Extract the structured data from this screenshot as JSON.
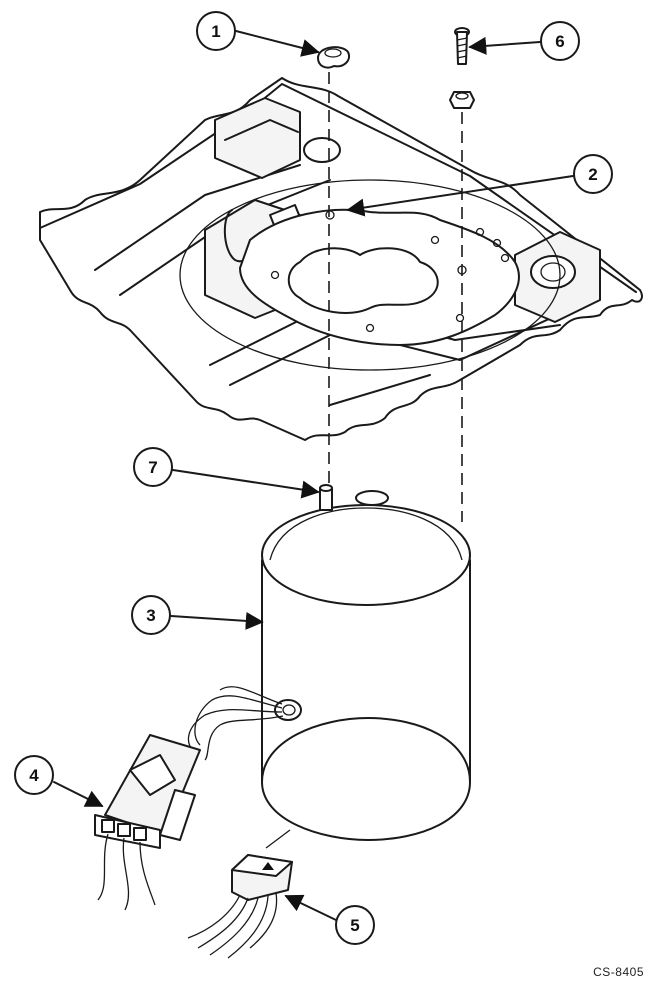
{
  "callouts": [
    {
      "id": "1",
      "label": "1"
    },
    {
      "id": "2",
      "label": "2"
    },
    {
      "id": "3",
      "label": "3"
    },
    {
      "id": "4",
      "label": "4"
    },
    {
      "id": "5",
      "label": "5"
    },
    {
      "id": "6",
      "label": "6"
    },
    {
      "id": "7",
      "label": "7"
    }
  ],
  "figure_code": "CS-8405"
}
